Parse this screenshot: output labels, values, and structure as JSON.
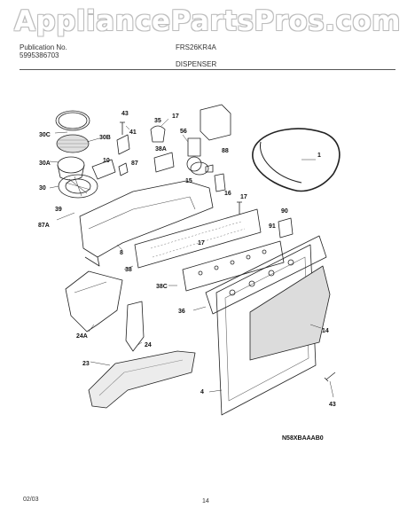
{
  "watermark": "AppliancePartsPros.com",
  "header": {
    "publication_label": "Publication No.",
    "publication_number": "5995386703",
    "model": "FRS26KR4A",
    "section": "DISPENSER"
  },
  "diagram": {
    "part_labels": [
      "43",
      "17",
      "30C",
      "30B",
      "35",
      "41",
      "56",
      "30A",
      "10",
      "87",
      "88",
      "38A",
      "1",
      "15",
      "16",
      "30",
      "39",
      "17",
      "87A",
      "90",
      "91",
      "8",
      "17",
      "38",
      "38C",
      "36",
      "24A",
      "24",
      "14",
      "23",
      "4",
      "43"
    ],
    "diagram_code": "N58XBAAAB0"
  },
  "footer": {
    "date": "02/03",
    "page": "14"
  }
}
